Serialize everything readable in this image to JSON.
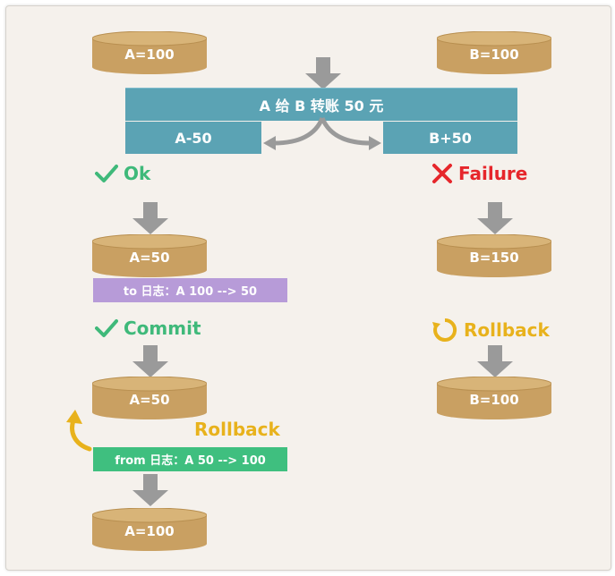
{
  "db": {
    "a_initial": "A=100",
    "b_initial": "B=100",
    "a_after_ok": "A=50",
    "b_after_failure": "B=150",
    "a_after_commit": "A=50",
    "b_after_rollback": "B=100",
    "a_final": "A=100"
  },
  "transfer": {
    "title": "A 给 B 转账 50 元",
    "left_op": "A-50",
    "right_op": "B+50"
  },
  "status": {
    "ok": "Ok",
    "failure": "Failure",
    "commit": "Commit",
    "rollback_right": "Rollback",
    "rollback_left": "Rollback"
  },
  "logs": {
    "to_log": "to 日志：A 100 --> 50",
    "from_log": "from 日志：A 50 --> 100"
  },
  "colors": {
    "cylinder": "#c9a062",
    "transfer_bar": "#5ba3b4",
    "ok_green": "#3fb97a",
    "failure_red": "#e6262b",
    "rollback_yellow": "#e8b21c",
    "to_log_purple": "#b79bd8",
    "from_log_green": "#3fbf7f",
    "arrow_gray": "#9a9a9a"
  }
}
